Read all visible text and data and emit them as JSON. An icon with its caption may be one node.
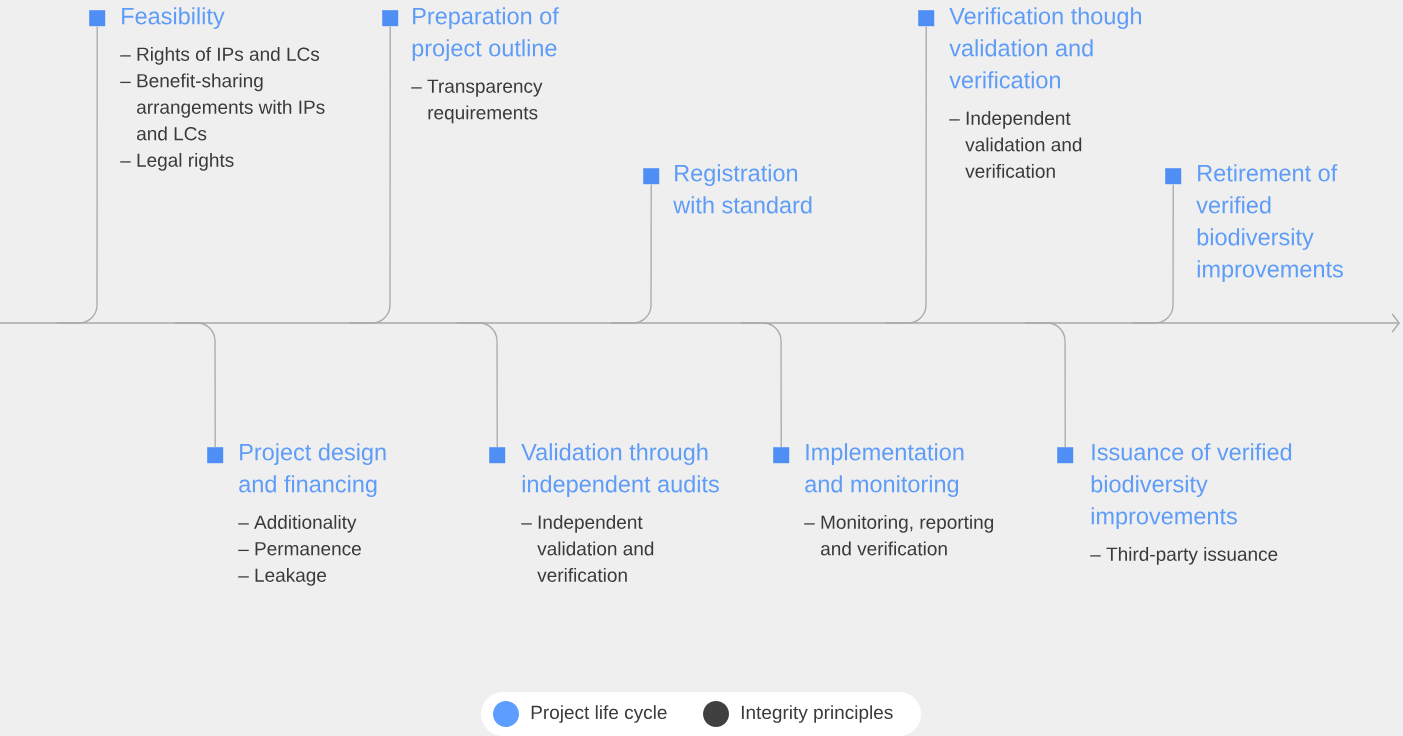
{
  "diagram": {
    "nodes": [
      {
        "text": [
          "Feasibility",
          "– Rights of IPs and LCs",
          "– Benefit-sharing arrangements with IPs and LCs",
          "– Legal rights"
        ]
      },
      {
        "text": [
          "Project design and financing",
          "– Additionality",
          "– Permanence",
          "– Leakage"
        ]
      },
      {
        "text": [
          "Preparation of project outline",
          "– Transparency requirements"
        ]
      },
      {
        "text": [
          "Validation through independent audits",
          "– Independent validation and verification"
        ]
      },
      {
        "text": [
          "Registration with standard"
        ]
      },
      {
        "text": [
          "Implementation and monitoring",
          "– Monitoring, reporting and verification"
        ]
      },
      {
        "text": [
          "Verification though validation and verification",
          "– Independent validation and verification"
        ]
      },
      {
        "text": [
          "Issuance of verified biodiversity improvements",
          "– Third-party issuance"
        ]
      },
      {
        "text": [
          "Retirement of verified biodiversity improvements"
        ]
      },
      {
        "text": [],
        "shape": "arrow"
      }
    ],
    "edges": [
      {
        "from": 9,
        "to": 0,
        "arrow": "none"
      },
      {
        "from": 9,
        "to": 1,
        "arrow": "none"
      },
      {
        "from": 9,
        "to": 2,
        "arrow": "none"
      },
      {
        "from": 9,
        "to": 3,
        "arrow": "none"
      },
      {
        "from": 9,
        "to": 4,
        "arrow": "none"
      },
      {
        "from": 9,
        "to": 5,
        "arrow": "none"
      },
      {
        "from": 9,
        "to": 6,
        "arrow": "none"
      },
      {
        "from": 9,
        "to": 7,
        "arrow": "none"
      },
      {
        "from": 9,
        "to": 8,
        "arrow": "none"
      }
    ],
    "legend": [
      {
        "text": "Project life cycle",
        "color": "#5c9dff"
      },
      {
        "text": "Integrity principles",
        "color": "#404040"
      }
    ]
  }
}
